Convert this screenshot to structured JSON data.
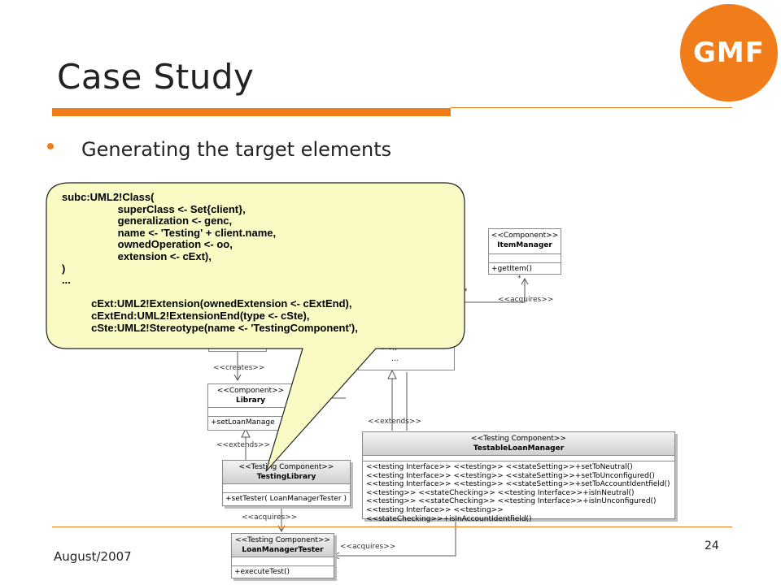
{
  "slide": {
    "title": "Case Study",
    "bullet": "Generating the target elements",
    "logo_text": "GMF",
    "footer_date": "August/2007",
    "page_number": "24"
  },
  "colors": {
    "accent": "#f07d1a",
    "callout_fill": "#fafac4",
    "callout_stroke": "#222222"
  },
  "callout": {
    "lines": [
      "subc:UML2!Class(",
      "                   superClass <- Set{client},",
      "                   generalization <- genc,",
      "                   name <- 'Testing' + client.name,",
      "                   ownedOperation <- oo,",
      "                   extension <- cExt),",
      ")",
      "...",
      "",
      "          cExt:UML2!Extension(ownedExtension <- cExtEnd),",
      "          cExtEnd:UML2!ExtensionEnd(type <- cSte),",
      "          cSte:UML2!Stereotype(name <- 'TestingComponent'),"
    ]
  },
  "diagram": {
    "item_manager": {
      "stereotype": "<<Component>>",
      "name": "ItemManager",
      "op": "+getItem()"
    },
    "library": {
      "stereotype": "<<Component>>",
      "name": "Library",
      "op": "+setLoanManage"
    },
    "partial_box": {
      "op": "ure()",
      "more": "..."
    },
    "testing_library": {
      "stereotype": "<<Testing Component>>",
      "name": "TestingLibrary",
      "op": "+setTester( LoanManagerTester )"
    },
    "loan_manager_tester": {
      "stereotype": "<<Testing Component>>",
      "name": "LoanManagerTester",
      "op": "+executeTest()"
    },
    "testable_loan_manager": {
      "stereotype": "<<Testing Component>>",
      "name": "TestableLoanManager",
      "ops": [
        "<<testing Interface>> <<testing>> <<stateSetting>>+setToNeutral()",
        "<<testing Interface>> <<testing>> <<stateSetting>>+setToUnconfigured()",
        "<<testing Interface>> <<testing>> <<stateSetting>>+setToAccountIdentfield()",
        "<<testing>> <<stateChecking>> <<testing Interface>>+isInNeutral()",
        "<<testing>> <<stateChecking>> <<testing Interface>>+isInUnconfigured()",
        "<<testing Interface>> <<testing>> <<stateChecking>>+isInAccountIdentfield()"
      ]
    },
    "labels": {
      "acquires": "<<acquires>>",
      "creates": "<<creates>>",
      "extends": "<<extends>>",
      "star": "*"
    }
  }
}
